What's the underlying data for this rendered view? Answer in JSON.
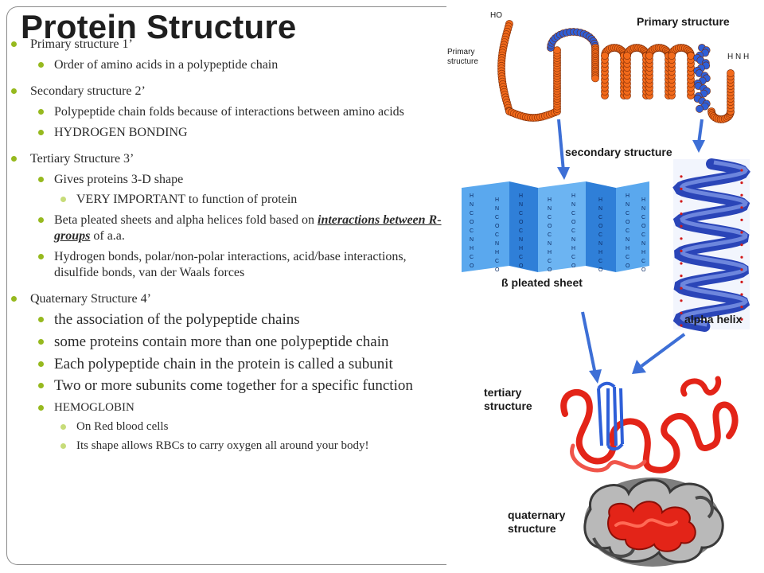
{
  "slide": {
    "title": "Protein Structure",
    "bullets": [
      {
        "level": 1,
        "text": "Primary structure 1’"
      },
      {
        "level": 2,
        "text": "Order of amino acids in a polypeptide chain"
      },
      {
        "level": 1,
        "text": "Secondary structure 2’"
      },
      {
        "level": 2,
        "text": "Polypeptide chain folds because of interactions between amino acids"
      },
      {
        "level": 2,
        "text": "HYDROGEN BONDING"
      },
      {
        "level": 1,
        "text": "Tertiary Structure 3’"
      },
      {
        "level": 2,
        "text": "Gives proteins 3-D shape"
      },
      {
        "level": 3,
        "text": "VERY IMPORTANT to function of protein"
      },
      {
        "level": 2,
        "text_before": "Beta pleated sheets and alpha helices fold based on ",
        "emphasis": "interactions between R-groups",
        "text_after": " of a.a."
      },
      {
        "level": 2,
        "text": "Hydrogen bonds, polar/non-polar interactions, acid/base interactions, disulfide bonds,  van der Waals forces"
      },
      {
        "level": 1,
        "text": "Quaternary Structure 4’"
      },
      {
        "level": 2,
        "size": "big",
        "text": "the association of the polypeptide chains"
      },
      {
        "level": 2,
        "size": "big",
        "text": "some proteins contain more than one polypeptide chain"
      },
      {
        "level": 2,
        "size": "big",
        "text": "Each polypeptide chain in the protein is called a subunit"
      },
      {
        "level": 2,
        "size": "big",
        "text": "Two or more subunits come together for a specific function"
      },
      {
        "level": 2,
        "text": "HEMOGLOBIN"
      },
      {
        "level": 3,
        "text": "On Red blood cells"
      },
      {
        "level": 3,
        "text": "Its shape allows RBCs to carry oxygen all around your body!"
      }
    ]
  },
  "figure": {
    "label_primary_small": "Primary structure",
    "label_primary": "Primary structure",
    "label_secondary": "secondary structure",
    "label_sheet": "ß pleated sheet",
    "label_helix": "alpha helix",
    "label_tertiary": "tertiary structure",
    "label_quaternary": "quaternary structure",
    "label_cooh": "HO",
    "label_nh": "H N H",
    "colors": {
      "primary_beads_orange": "#f26a1b",
      "primary_beads_blue": "#2e5fd8",
      "arrow": "#3d6fd6",
      "sheet": "#3c8ee6",
      "helix": "#2a45b8",
      "tertiary_red": "#e32418",
      "quaternary_gray": "#9a9a9a",
      "bullet": "#96b91e"
    }
  }
}
